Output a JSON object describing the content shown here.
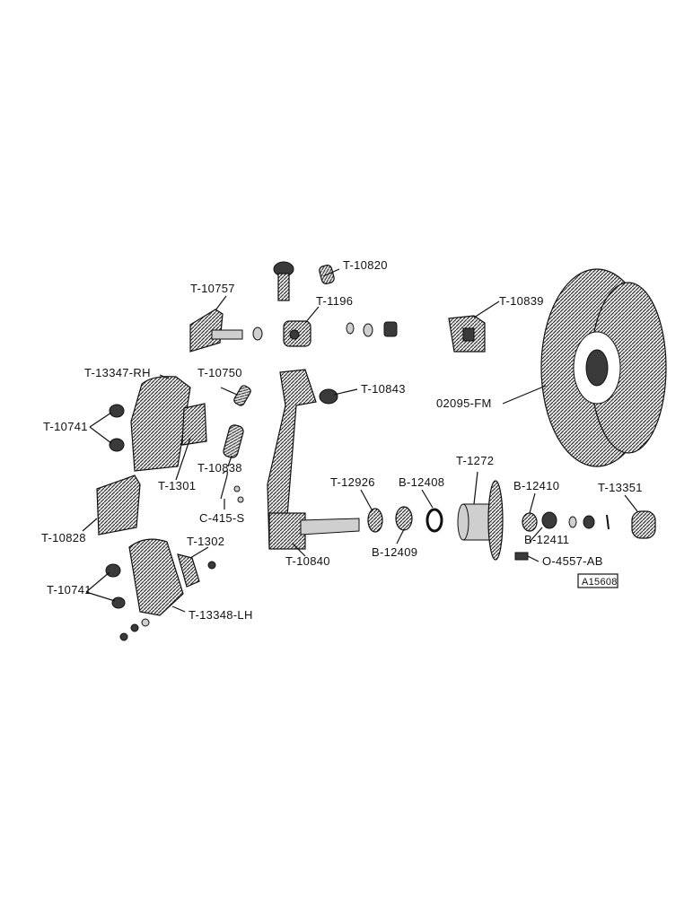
{
  "labels": {
    "t10820": "T-10820",
    "t10757": "T-10757",
    "t1196": "T-1196",
    "t10839": "T-10839",
    "t13347rh": "T-13347-RH",
    "t10750": "T-10750",
    "t10843": "T-10843",
    "t02095fm": "02095-FM",
    "t10741a": "T-10741",
    "t10838": "T-10838",
    "t1301": "T-1301",
    "c415s": "C-415-S",
    "t12926": "T-12926",
    "b12408": "B-12408",
    "t1272": "T-1272",
    "b12410": "B-12410",
    "t13351": "T-13351",
    "t10828": "T-10828",
    "t1302": "T-1302",
    "t10840": "T-10840",
    "b12409": "B-12409",
    "b12411": "B-12411",
    "o4557ab": "O-4557-AB",
    "t10741b": "T-10741",
    "t13348lh": "T-13348-LH",
    "ref": "A15608"
  }
}
